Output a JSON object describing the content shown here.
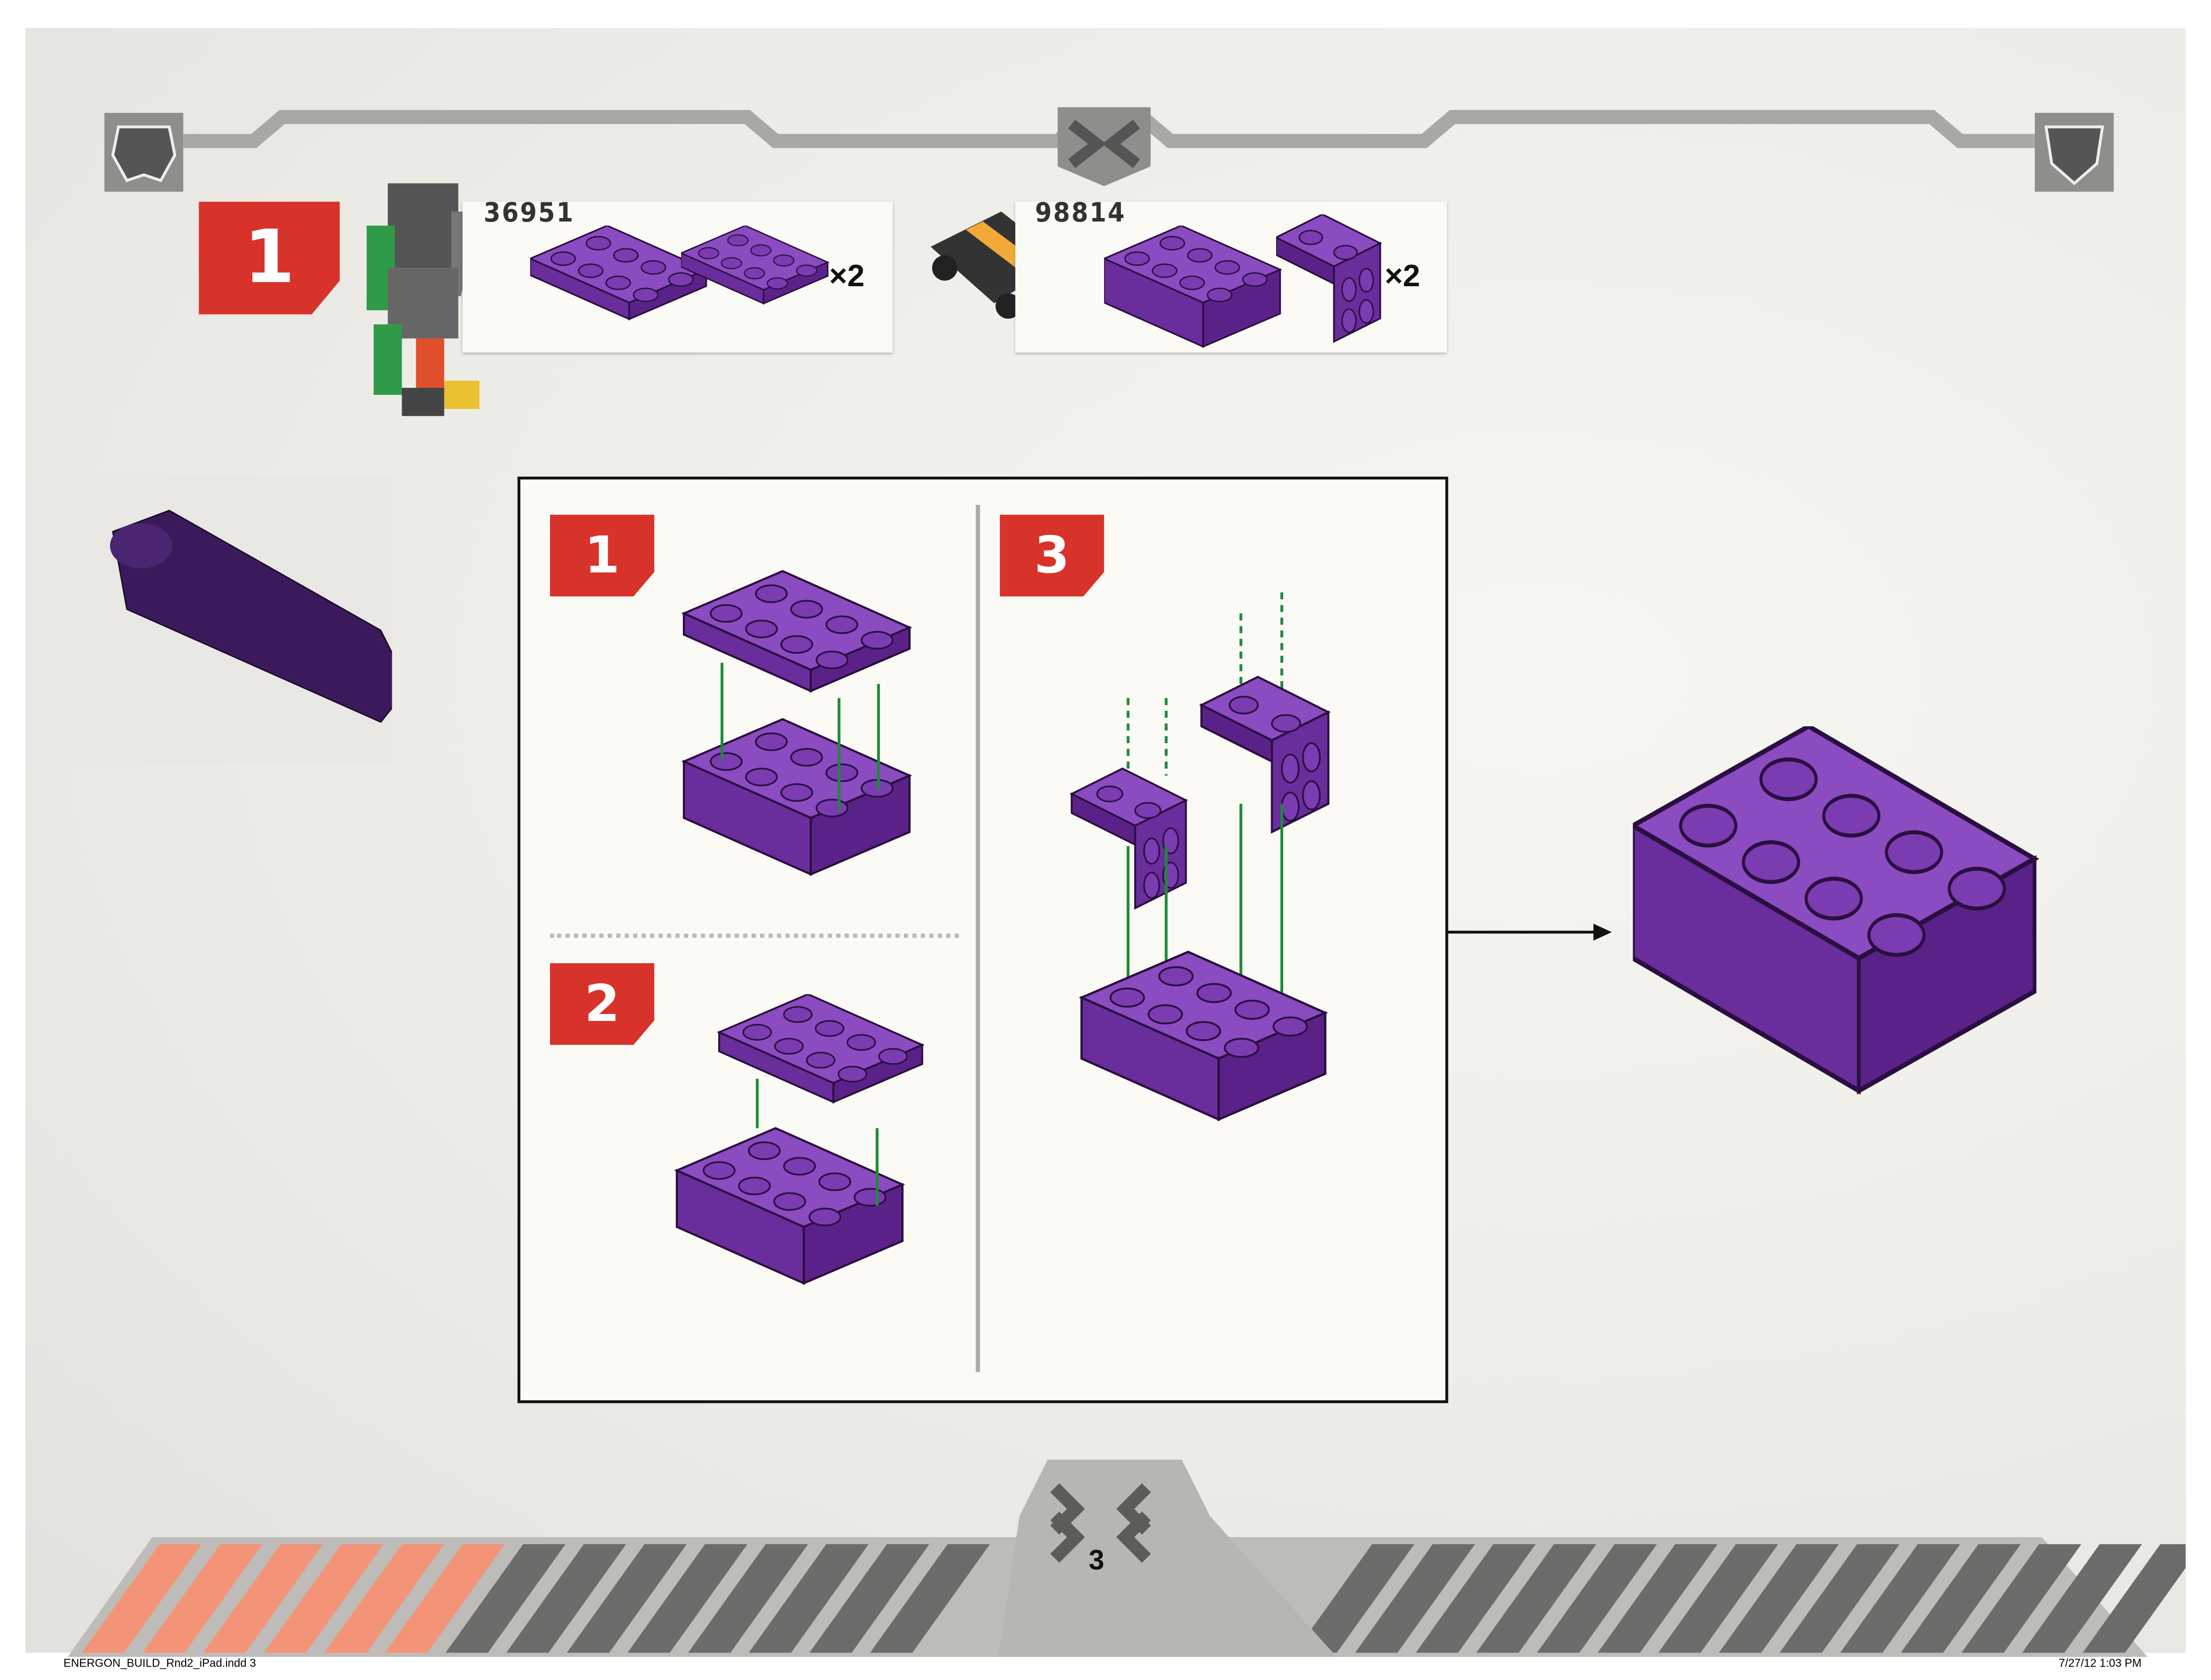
{
  "header": {
    "left_logo": "autobot-logo",
    "right_logo": "decepticon-logo",
    "center_emblem": "chevron-emblem"
  },
  "step": {
    "number": "1"
  },
  "parts": [
    {
      "set_number": "36951",
      "quantity": "×2",
      "pieces": [
        "plate-2x4",
        "bracket-plate"
      ]
    },
    {
      "set_number": "98814",
      "quantity": "×2",
      "pieces": [
        "brick-2x4",
        "bracket-1x2"
      ]
    }
  ],
  "substeps": [
    {
      "number": "1"
    },
    {
      "number": "2"
    },
    {
      "number": "3"
    }
  ],
  "page_number": "3",
  "footer": {
    "file": "ENERGON_BUILD_Rnd2_iPad.indd   3",
    "timestamp": "7/27/12   1:03 PM"
  },
  "colors": {
    "step_red": "#d7332b",
    "brick_purple": "#6a2d9c",
    "arrow_green": "#1f8a3a",
    "stripe_orange": "#f39478",
    "stripe_gray": "#6d6c6a"
  }
}
